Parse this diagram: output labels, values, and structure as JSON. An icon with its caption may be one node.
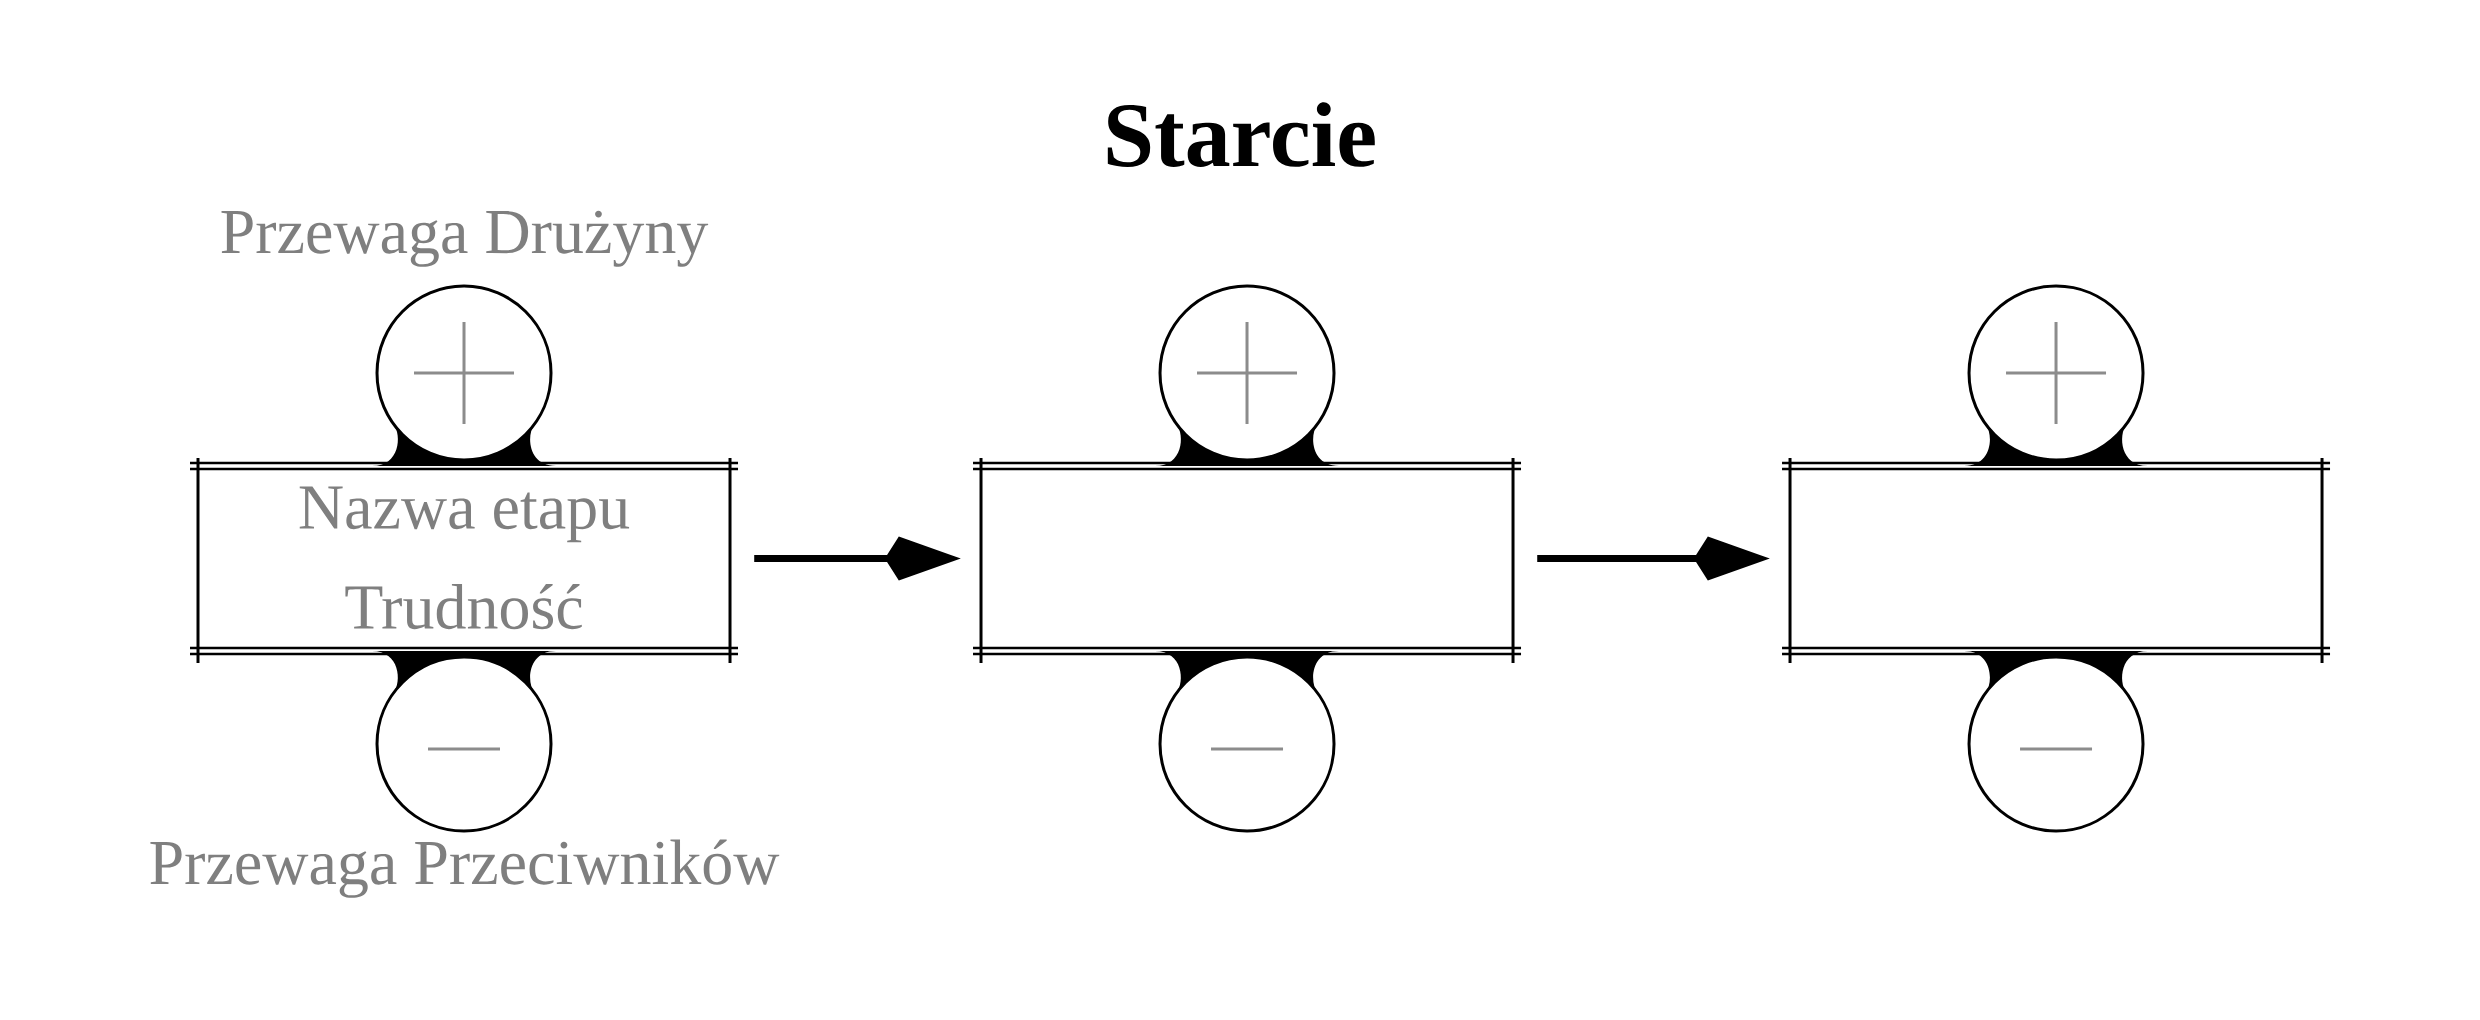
{
  "diagram": {
    "title": "Starcie",
    "nodes": [
      {
        "text": [],
        "shape": "circle",
        "beside": [
          "Przewaga Drużyny"
        ]
      },
      {
        "text": [
          "Nazwa etapu",
          "Trudność"
        ]
      },
      {
        "text": [],
        "shape": "circle",
        "beside": [
          "Przewaga Przeciwników"
        ]
      },
      {
        "text": [],
        "shape": "circle"
      },
      {
        "text": [],
        "shape": "box"
      },
      {
        "text": [],
        "shape": "circle"
      },
      {
        "text": [],
        "shape": "circle"
      },
      {
        "text": [],
        "shape": "box"
      },
      {
        "text": [],
        "shape": "circle"
      }
    ],
    "edges": [
      {
        "from": 1,
        "to": 4,
        "arrow": "to"
      },
      {
        "from": 4,
        "to": 7,
        "arrow": "to"
      }
    ]
  }
}
